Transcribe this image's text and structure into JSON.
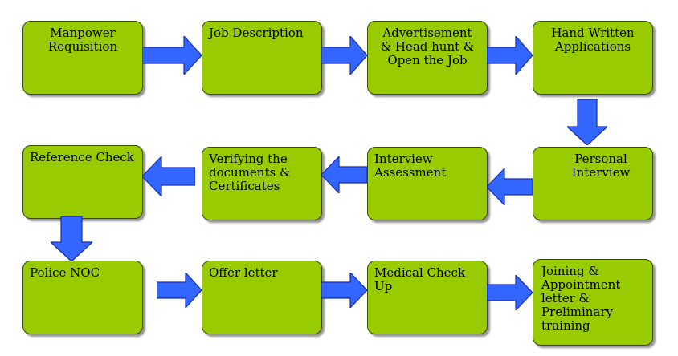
{
  "diagram": {
    "steps": [
      {
        "id": "manpower-requisition",
        "label": "Manpower\nRequisition"
      },
      {
        "id": "job-description",
        "label": "Job   Description"
      },
      {
        "id": "advertisement",
        "label": "Advertisement\n& Head hunt &\nOpen the Job"
      },
      {
        "id": "hand-written-applications",
        "label": "Hand Written\nApplications"
      },
      {
        "id": "personal-interview",
        "label": "Personal\nInterview"
      },
      {
        "id": "interview-assessment",
        "label": "Interview\nAssessment"
      },
      {
        "id": "verifying-documents",
        "label": "Verifying the\ndocuments &\nCertificates"
      },
      {
        "id": "reference-check",
        "label": "Reference Check"
      },
      {
        "id": "police-noc",
        "label": "Police NOC"
      },
      {
        "id": "offer-letter",
        "label": "Offer letter"
      },
      {
        "id": "medical-check-up",
        "label": "Medical Check\nUp"
      },
      {
        "id": "joining-appointment",
        "label": "Joining &\nAppointment\nletter &\nPreliminary\ntraining"
      }
    ],
    "connectors": [
      {
        "from": "manpower-requisition",
        "to": "job-description",
        "direction": "right"
      },
      {
        "from": "job-description",
        "to": "advertisement",
        "direction": "right"
      },
      {
        "from": "advertisement",
        "to": "hand-written-applications",
        "direction": "right"
      },
      {
        "from": "hand-written-applications",
        "to": "personal-interview",
        "direction": "down"
      },
      {
        "from": "personal-interview",
        "to": "interview-assessment",
        "direction": "left"
      },
      {
        "from": "interview-assessment",
        "to": "verifying-documents",
        "direction": "left"
      },
      {
        "from": "verifying-documents",
        "to": "reference-check",
        "direction": "left"
      },
      {
        "from": "reference-check",
        "to": "police-noc",
        "direction": "down"
      },
      {
        "from": "police-noc",
        "to": "offer-letter",
        "direction": "right"
      },
      {
        "from": "offer-letter",
        "to": "medical-check-up",
        "direction": "right"
      },
      {
        "from": "medical-check-up",
        "to": "joining-appointment",
        "direction": "right"
      }
    ],
    "colors": {
      "box_fill": "#99cc00",
      "box_border": "#3a4a10",
      "arrow_fill": "#3366ff",
      "arrow_stroke": "#1a2fa8"
    }
  }
}
